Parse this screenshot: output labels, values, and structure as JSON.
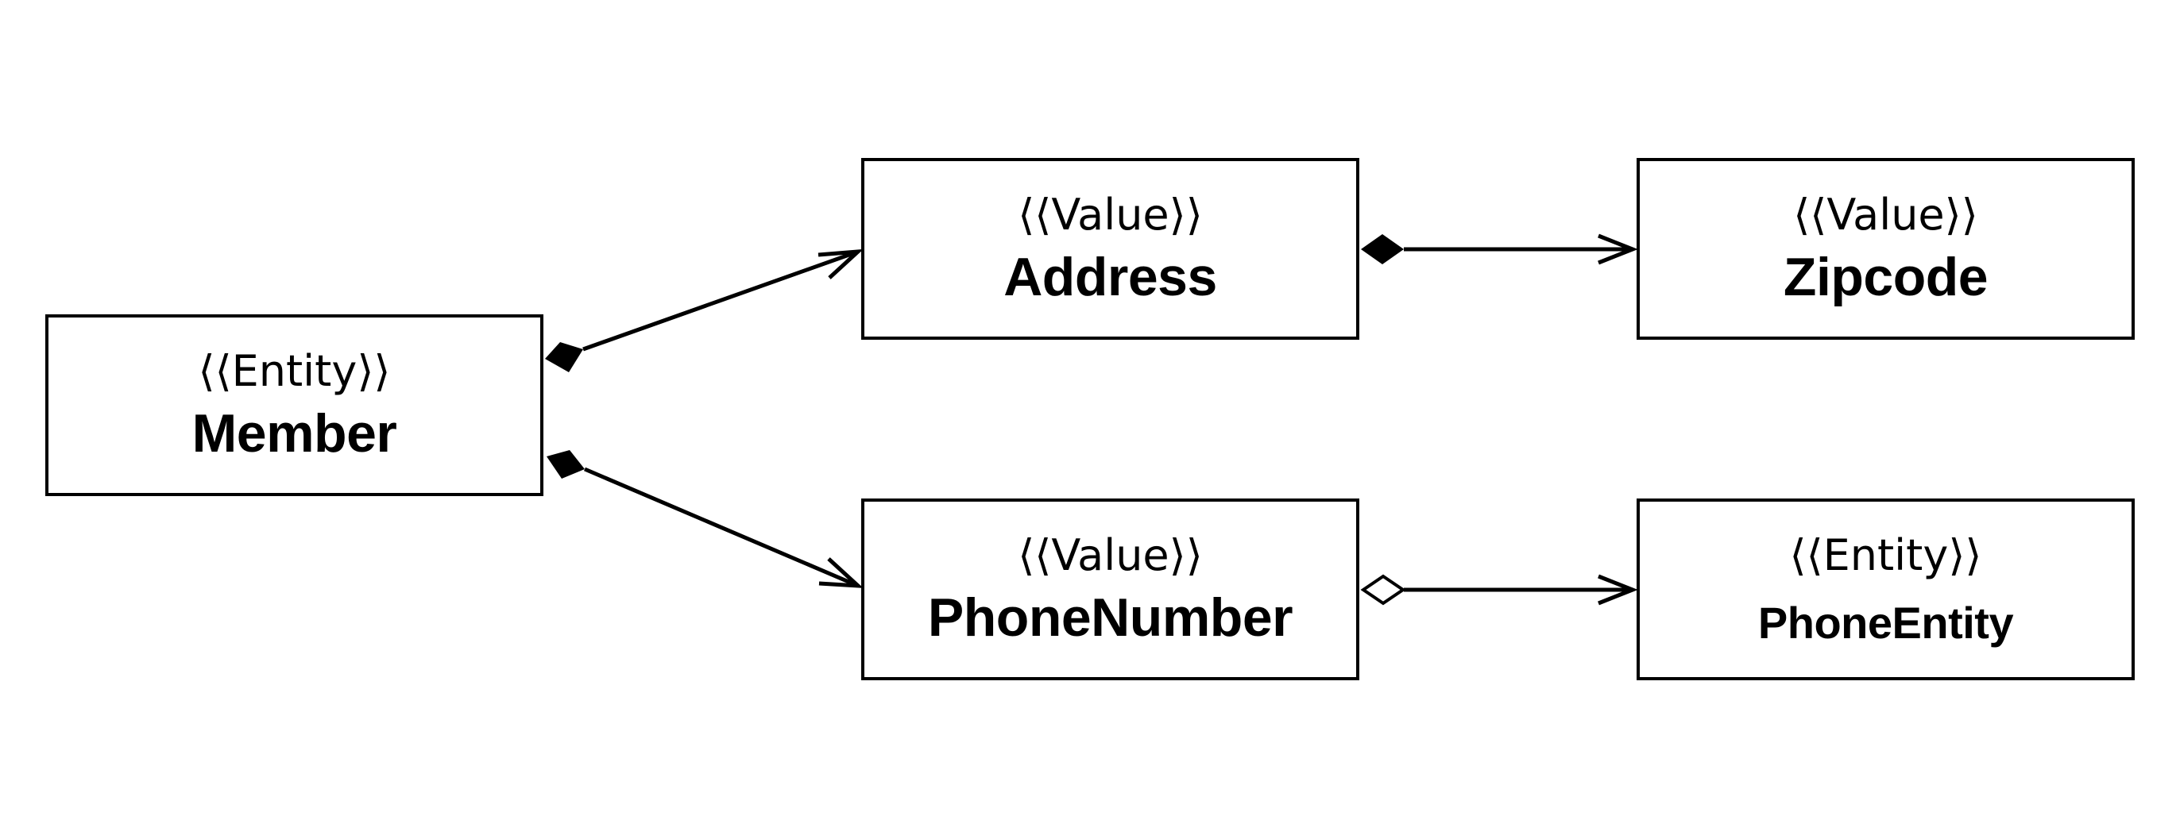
{
  "classes": {
    "member": {
      "stereotype": "⟨⟨Entity⟩⟩",
      "name": "Member"
    },
    "address": {
      "stereotype": "⟨⟨Value⟩⟩",
      "name": "Address"
    },
    "zipcode": {
      "stereotype": "⟨⟨Value⟩⟩",
      "name": "Zipcode"
    },
    "phonenumber": {
      "stereotype": "⟨⟨Value⟩⟩",
      "name": "PhoneNumber"
    },
    "phoneentity": {
      "stereotype": "⟨⟨Entity⟩⟩",
      "name": "PhoneEntity"
    }
  },
  "relationships": [
    {
      "from": "Member",
      "to": "Address",
      "kind": "composition",
      "navigable": true
    },
    {
      "from": "Member",
      "to": "PhoneNumber",
      "kind": "composition",
      "navigable": true
    },
    {
      "from": "Address",
      "to": "Zipcode",
      "kind": "composition",
      "navigable": true
    },
    {
      "from": "PhoneNumber",
      "to": "PhoneEntity",
      "kind": "aggregation",
      "navigable": true
    }
  ],
  "colors": {
    "line": "#000000",
    "background": "#ffffff"
  }
}
